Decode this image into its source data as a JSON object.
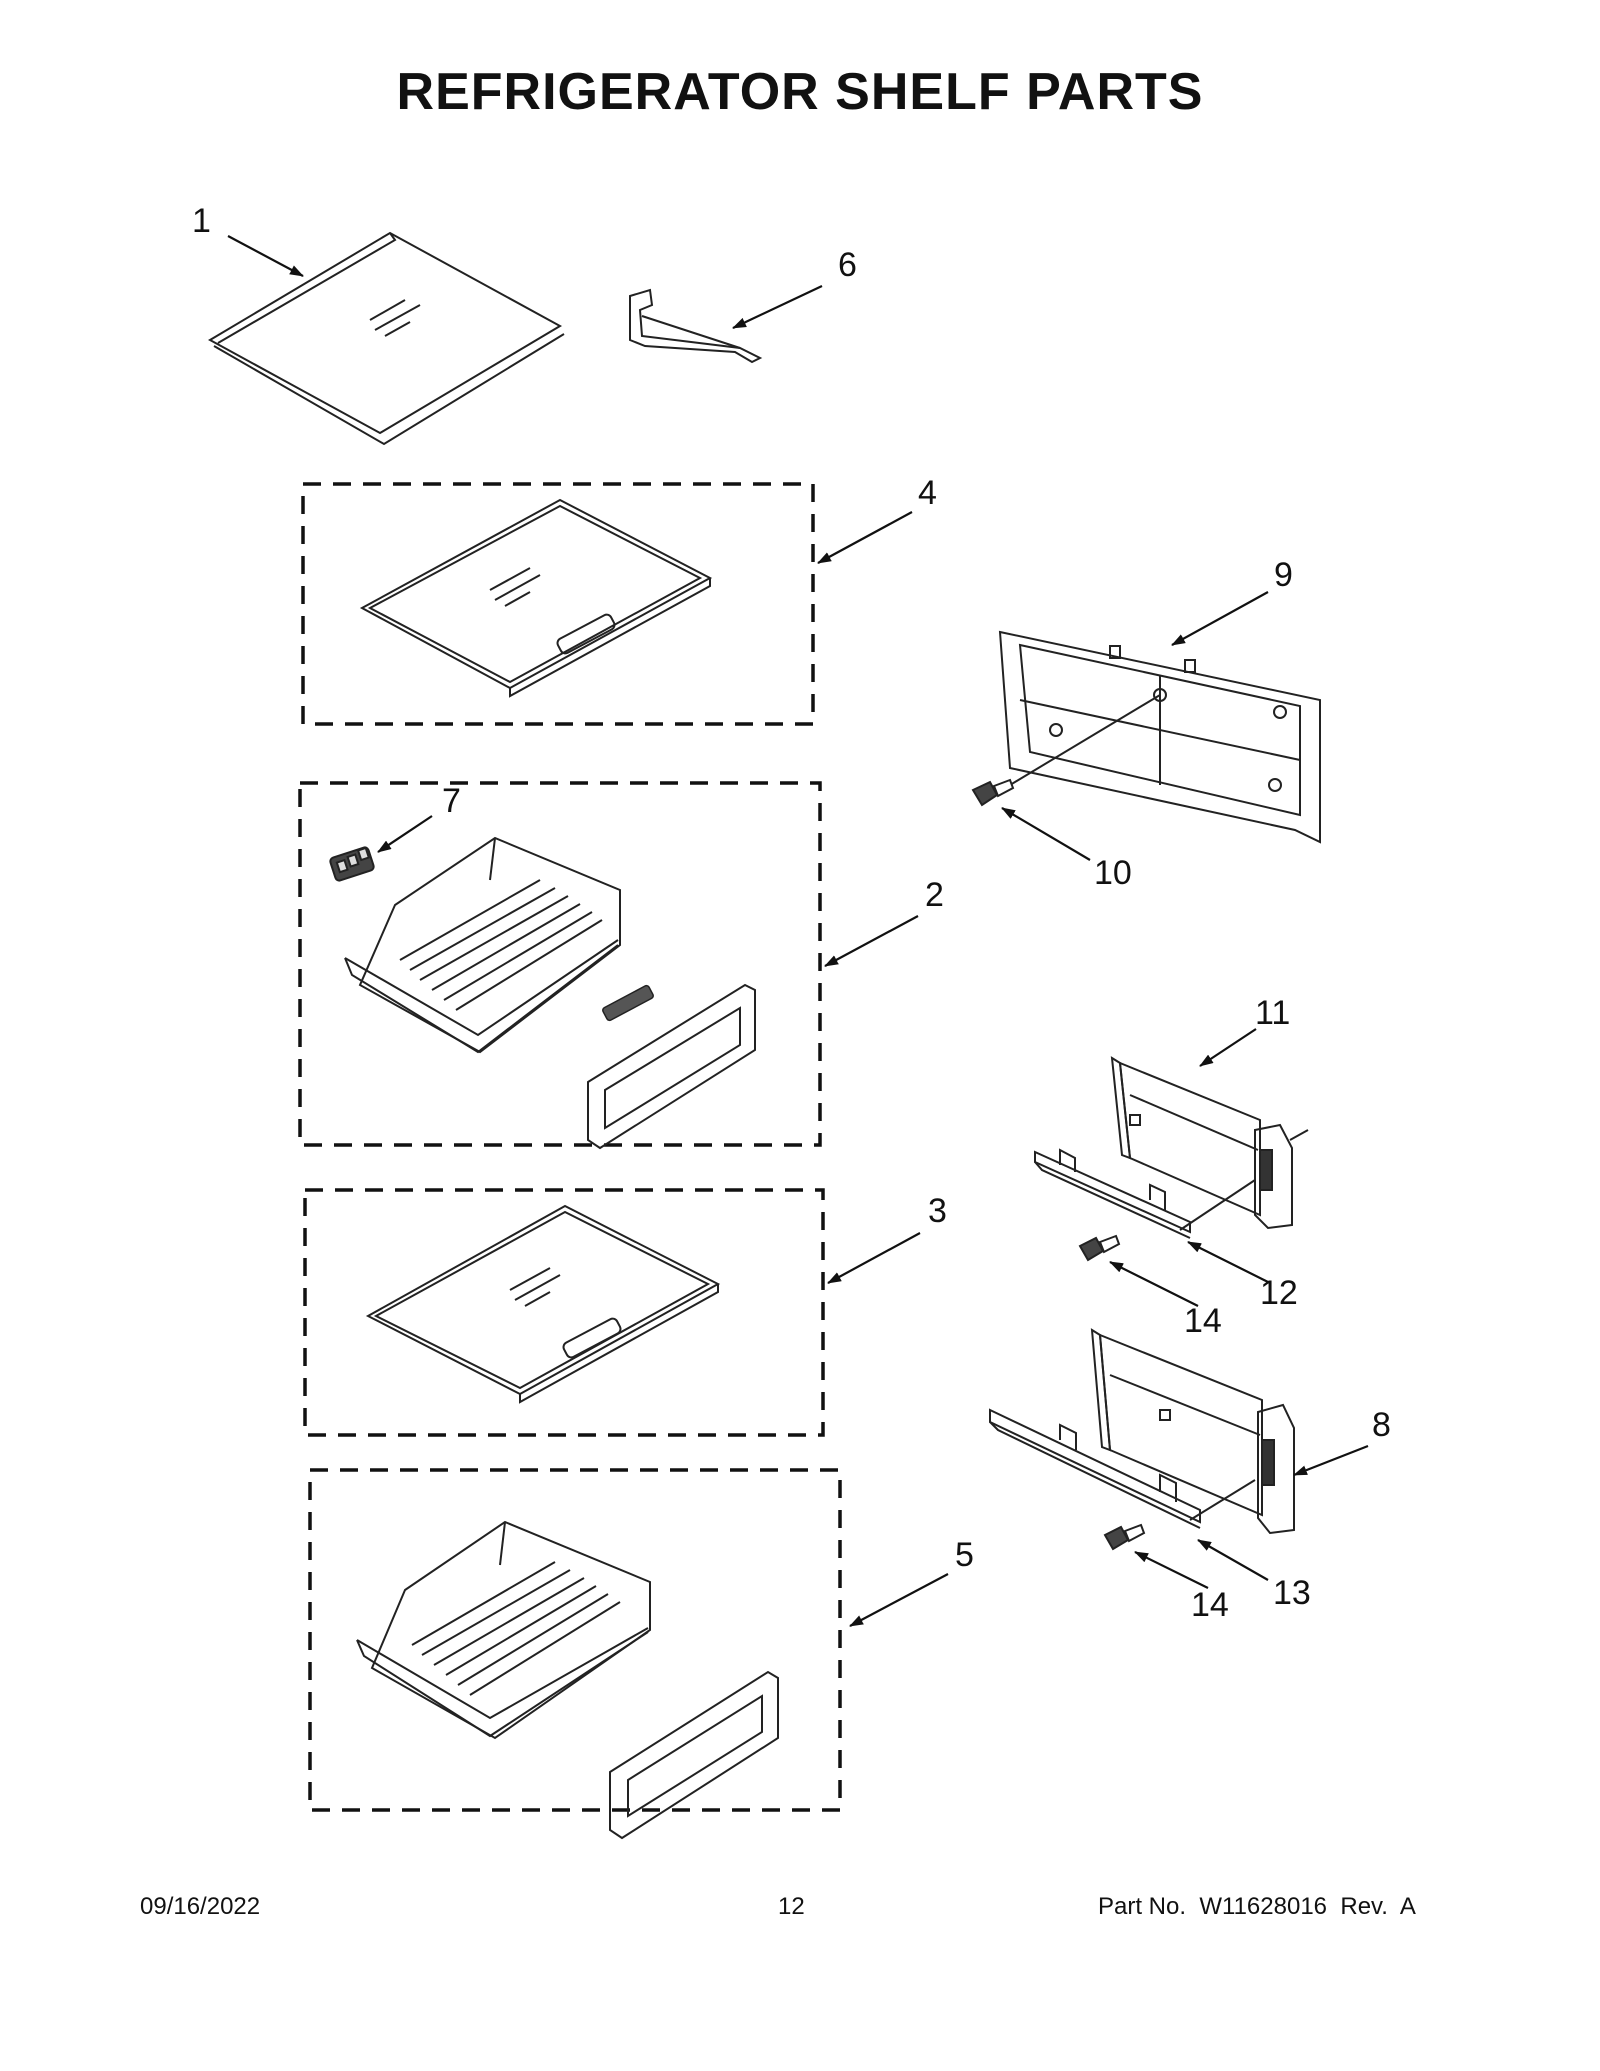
{
  "title": "REFRIGERATOR SHELF PARTS",
  "callouts": [
    "1",
    "2",
    "3",
    "4",
    "5",
    "6",
    "7",
    "8",
    "9",
    "10",
    "11",
    "12",
    "13",
    "14",
    "14"
  ],
  "footer": {
    "date": "09/16/2022",
    "page_number": "12",
    "part_info": "Part No.  W11628016  Rev.  A"
  }
}
